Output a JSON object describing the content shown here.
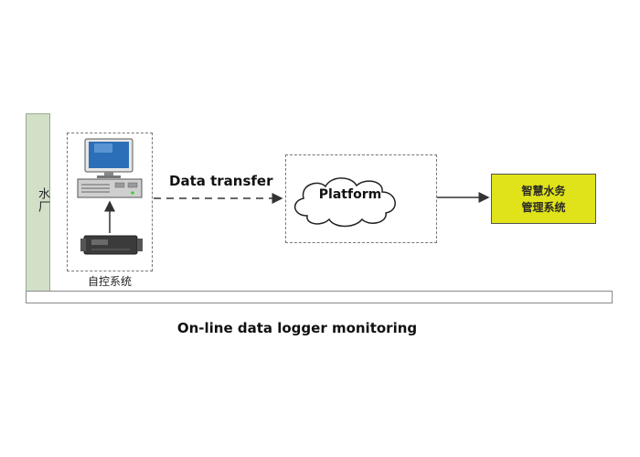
{
  "water_plant": {
    "label": "水厂"
  },
  "auto_control": {
    "label": "自控系统"
  },
  "transfer": {
    "label": "Data transfer"
  },
  "platform": {
    "label": "Platform"
  },
  "smart_water": {
    "line1": "智慧水务",
    "line2": "管理系统"
  },
  "caption": "On-line data logger monitoring",
  "colors": {
    "plant_bar": "#d3e0c8",
    "smart_box": "#e0e319",
    "monitor_screen": "#2a6fb8"
  },
  "icons": [
    "monitor-icon",
    "server-icon",
    "data-logger-icon",
    "cloud-icon"
  ]
}
